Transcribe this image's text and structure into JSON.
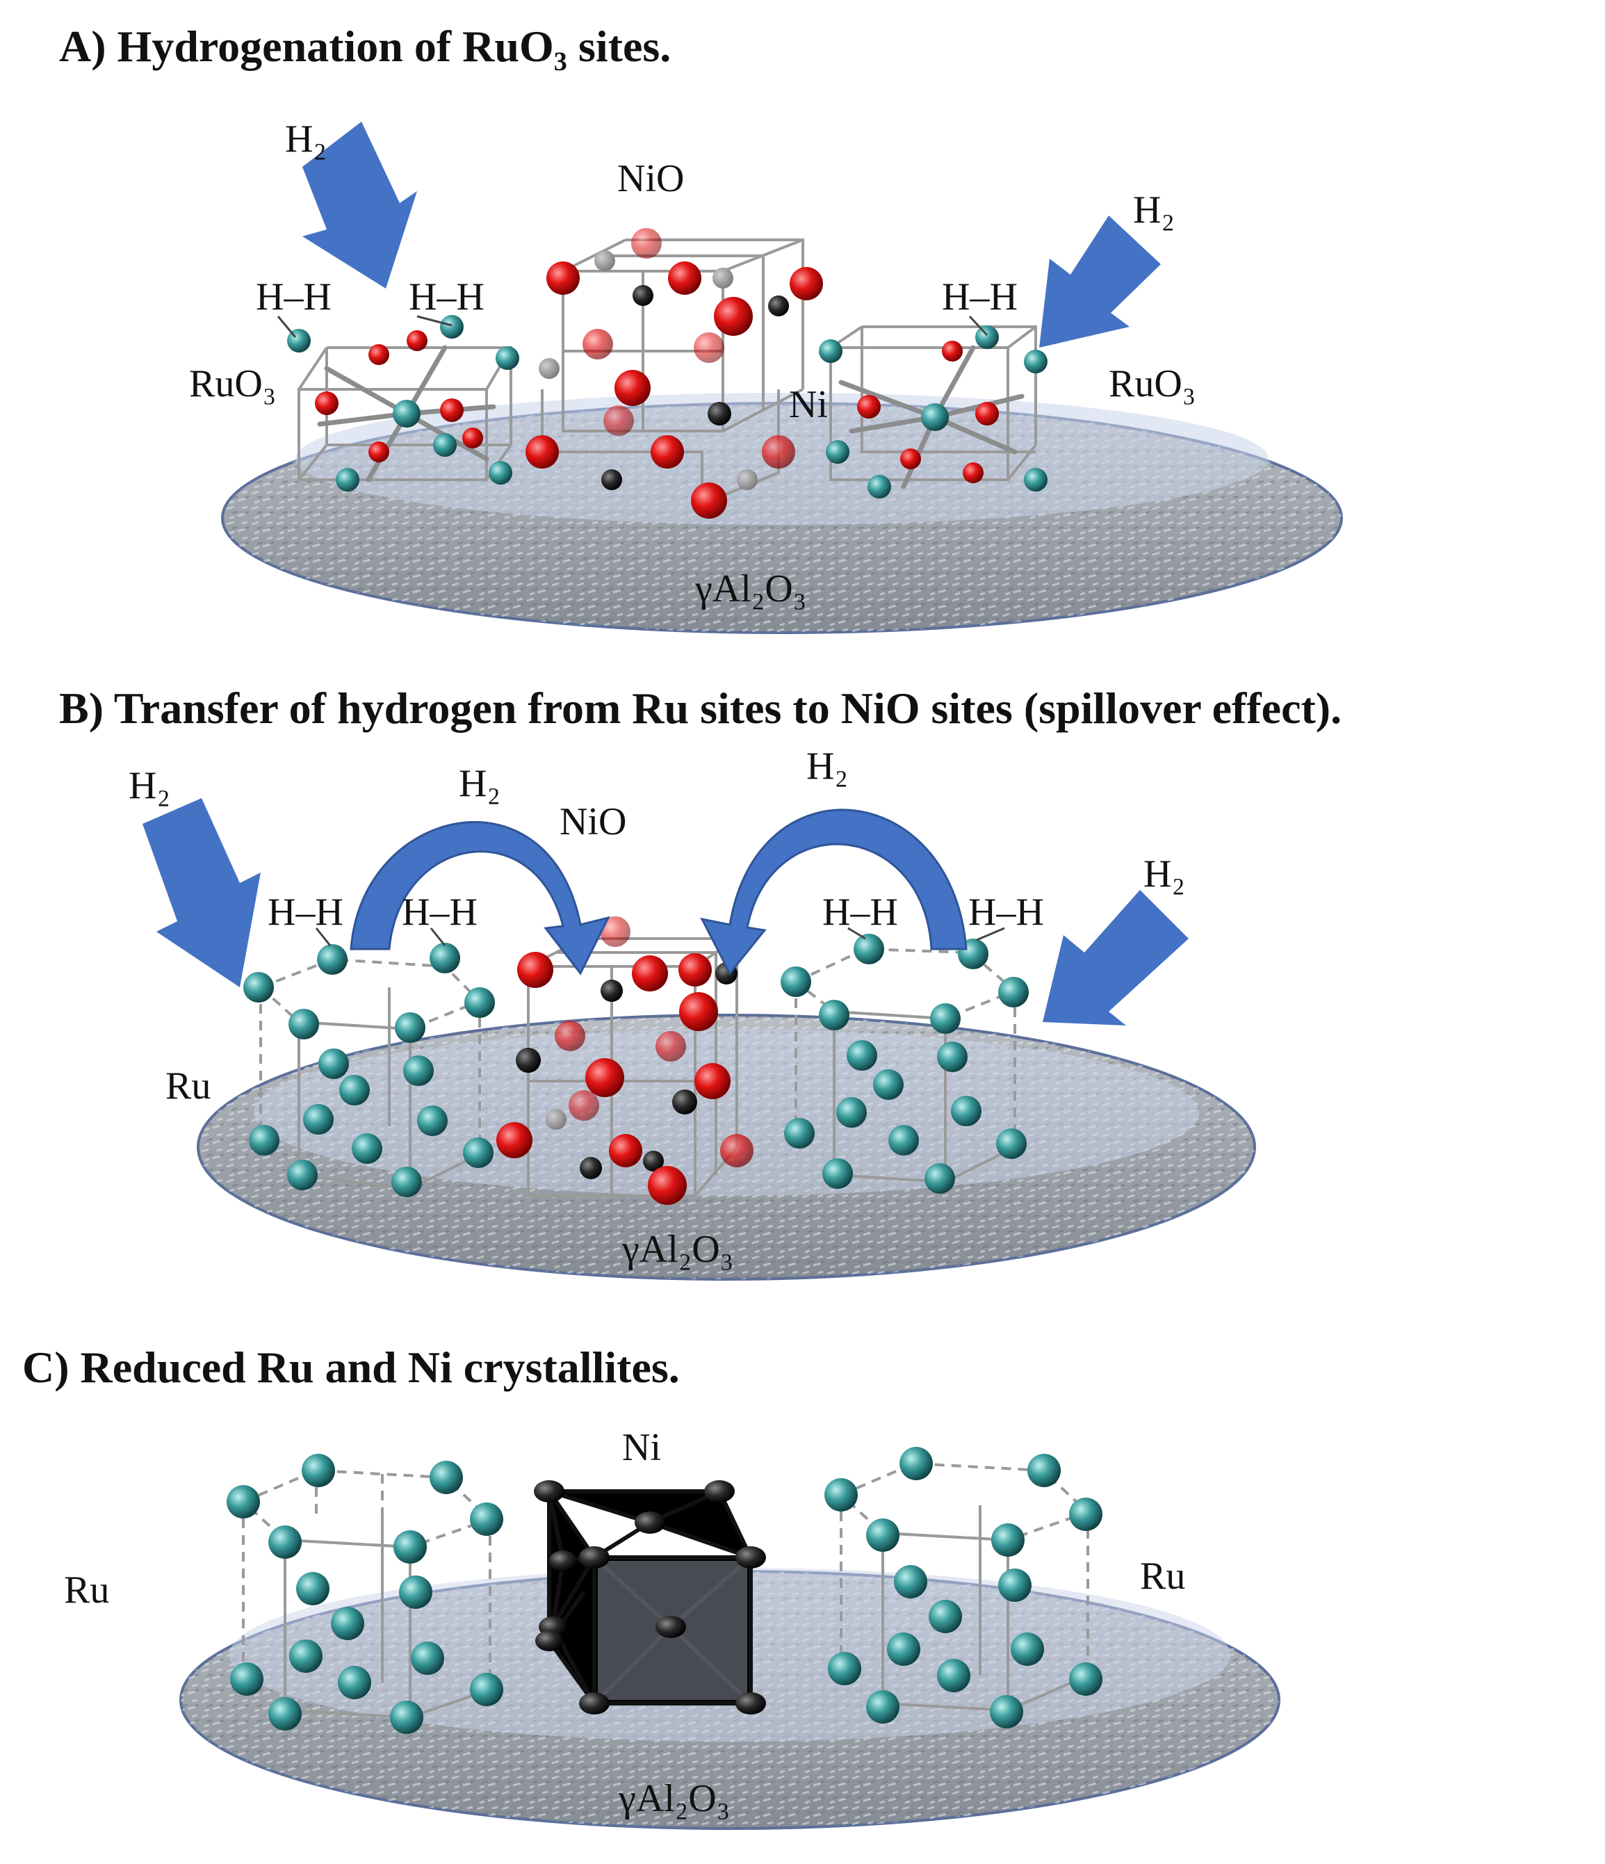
{
  "panels": [
    {
      "title": "A) Hydrogenation of RuO₃ sites.",
      "labels": {
        "h2_left": "H₂",
        "h2_right": "H₂",
        "nio": "NiO",
        "hh_1": "H–H",
        "hh_2": "H–H",
        "hh_3": "H–H",
        "ruo3_left": "RuO₃",
        "ruo3_right": "RuO₃",
        "ni": "Ni",
        "support": "γAl₂O₃"
      }
    },
    {
      "title": "B) Transfer of hydrogen from Ru sites to NiO sites (spillover effect).",
      "labels": {
        "h2_left": "H₂",
        "h2_arc_left": "H₂",
        "h2_arc_right": "H₂",
        "h2_right": "H₂",
        "nio": "NiO",
        "hh_1": "H–H",
        "hh_2": "H–H",
        "hh_3": "H–H",
        "hh_4": "H–H",
        "ru": "Ru",
        "support": "γAl₂O₃"
      }
    },
    {
      "title": "C) Reduced Ru and Ni crystallites.",
      "labels": {
        "ni": "Ni",
        "ru_left": "Ru",
        "ru_right": "Ru",
        "support": "γAl₂O₃"
      }
    }
  ],
  "colors": {
    "arrow": "#4472c4",
    "arrow_dark": "#2f5597",
    "ru_atom": "#2e8b8b",
    "o_atom": "#d81818",
    "ni_atom": "#1a1a1a",
    "support": "#9aa0a6",
    "support_edge": "#5b6f9a"
  }
}
